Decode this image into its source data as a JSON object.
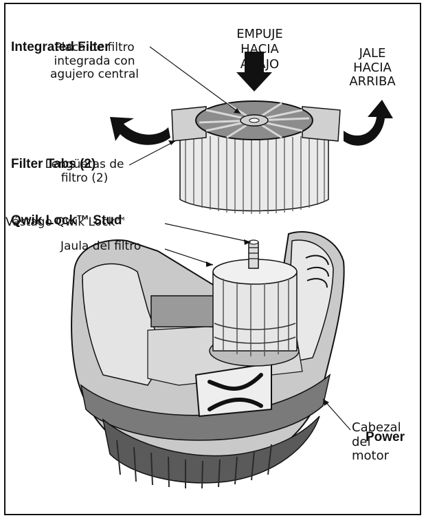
{
  "labels": {
    "push_down": [
      "EMPUJE",
      "HACIA",
      "ABAJO"
    ],
    "pull_up": [
      "JALE",
      "HACIA",
      "ARRIBA"
    ],
    "integrated_filter_en": "Integrated Filter",
    "integrated_filter_es": [
      "Placa de filtro",
      "integrada con",
      "agujero central"
    ],
    "filter_tabs_en": "Filter Tabs (2)",
    "filter_tabs_es": [
      "Lengüetas de",
      "filtro (2)"
    ],
    "qwik_lock_en": "Qwik Lock™ Stud",
    "qwik_lock_es": "Vástago Qwik Lock™",
    "filter_cage_es": "Jaula del filtro",
    "power_head_en": "Power",
    "power_head_es": [
      "Cabezal",
      "del",
      "motor"
    ]
  },
  "colors": {
    "line": "#111111",
    "light_gray": "#d6d6d6",
    "mid_gray": "#9a9a9a",
    "dark_gray": "#5a5a5a",
    "filter_plate": "#8c8c8c"
  }
}
